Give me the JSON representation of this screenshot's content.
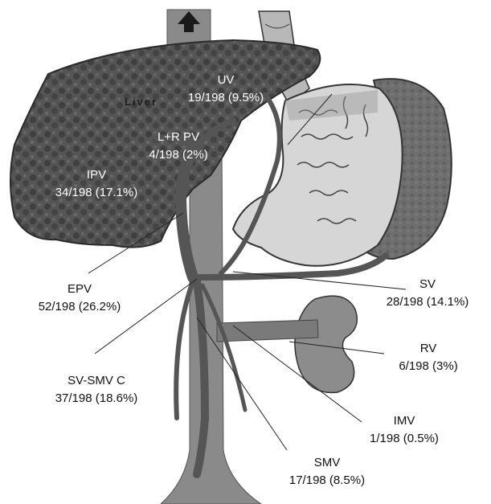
{
  "organ_label": "Liver",
  "labels": {
    "uv": {
      "name": "UV",
      "stat": "19/198 (9.5%)"
    },
    "lr_pv": {
      "name": "L+R PV",
      "stat": "4/198 (2%)"
    },
    "ipv": {
      "name": "IPV",
      "stat": "34/198 (17.1%)"
    },
    "epv": {
      "name": "EPV",
      "stat": "52/198 (26.2%)"
    },
    "sv": {
      "name": "SV",
      "stat": "28/198 (14.1%)"
    },
    "rv": {
      "name": "RV",
      "stat": "6/198 (3%)"
    },
    "sv_smv_c": {
      "name": "SV-SMV C",
      "stat": "37/198 (18.6%)"
    },
    "imv": {
      "name": "IMV",
      "stat": "1/198 (0.5%)"
    },
    "smv": {
      "name": "SMV",
      "stat": "17/198 (8.5%)"
    }
  }
}
